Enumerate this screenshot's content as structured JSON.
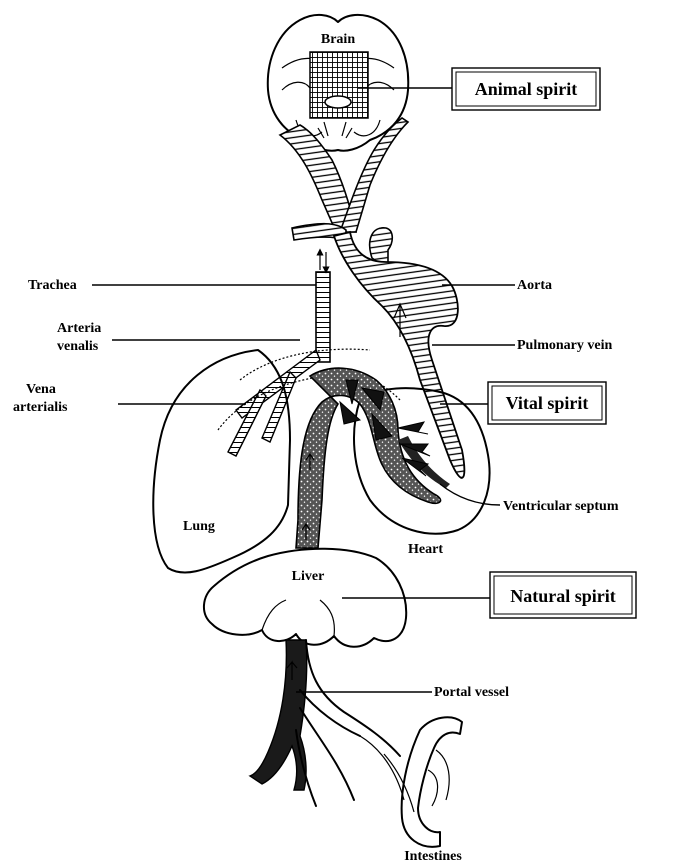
{
  "labels": {
    "brain": "Brain",
    "trachea": "Trachea",
    "arteria_line1": "Arteria",
    "arteria_line2": "venalis",
    "vena_line1": "Vena",
    "vena_line2": "arterialis",
    "aorta": "Aorta",
    "pulmonary_vein": "Pulmonary vein",
    "ventricular_septum": "Ventricular septum",
    "lung": "Lung",
    "heart": "Heart",
    "liver": "Liver",
    "portal_vessel": "Portal vessel",
    "intestines": "Intestines"
  },
  "spirits": {
    "animal": "Animal spirit",
    "vital": "Vital spirit",
    "natural": "Natural spirit"
  },
  "colors": {
    "ink": "#000000",
    "background": "#ffffff"
  }
}
